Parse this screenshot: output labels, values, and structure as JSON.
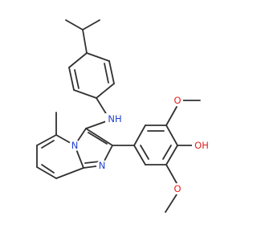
{
  "molecule": {
    "atoms": [
      {
        "id": "n_bridge",
        "label": "N",
        "color": "#1f3fd1"
      },
      {
        "id": "n_ring",
        "label": "N",
        "color": "#1f3fd1"
      },
      {
        "id": "nh",
        "label": "NH",
        "color": "#1f3fd1"
      },
      {
        "id": "o_top",
        "label": "O",
        "color": "#e0211f"
      },
      {
        "id": "o_bottom",
        "label": "O",
        "color": "#e0211f"
      },
      {
        "id": "oh",
        "label": "OH",
        "color": "#e0211f"
      }
    ],
    "bond_color": "#303030"
  }
}
